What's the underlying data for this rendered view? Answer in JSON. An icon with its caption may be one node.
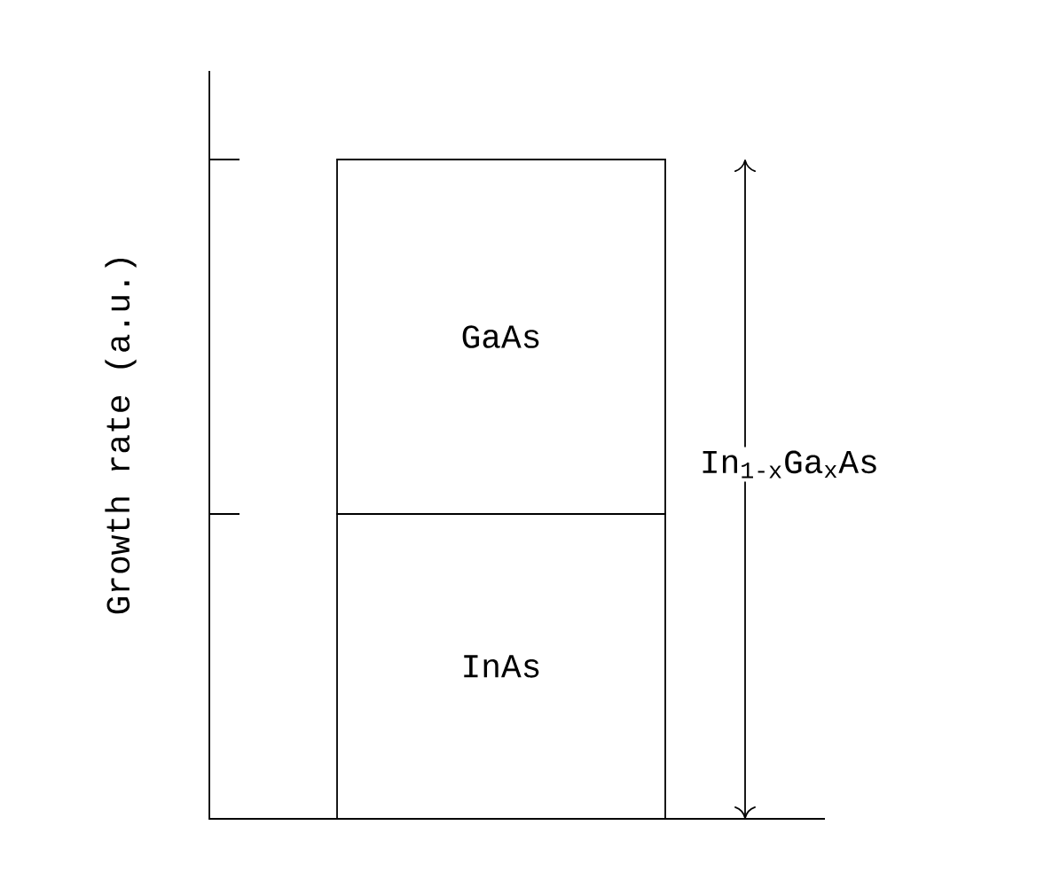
{
  "diagram": {
    "nodes": [
      {
        "text": [
          "GaAs"
        ]
      },
      {
        "text": [
          "InAs"
        ]
      }
    ],
    "edges": [],
    "labels": [
      "Growth rate (a.u.)",
      "In$_{1-x}$Ga$_{x}$As"
    ]
  }
}
